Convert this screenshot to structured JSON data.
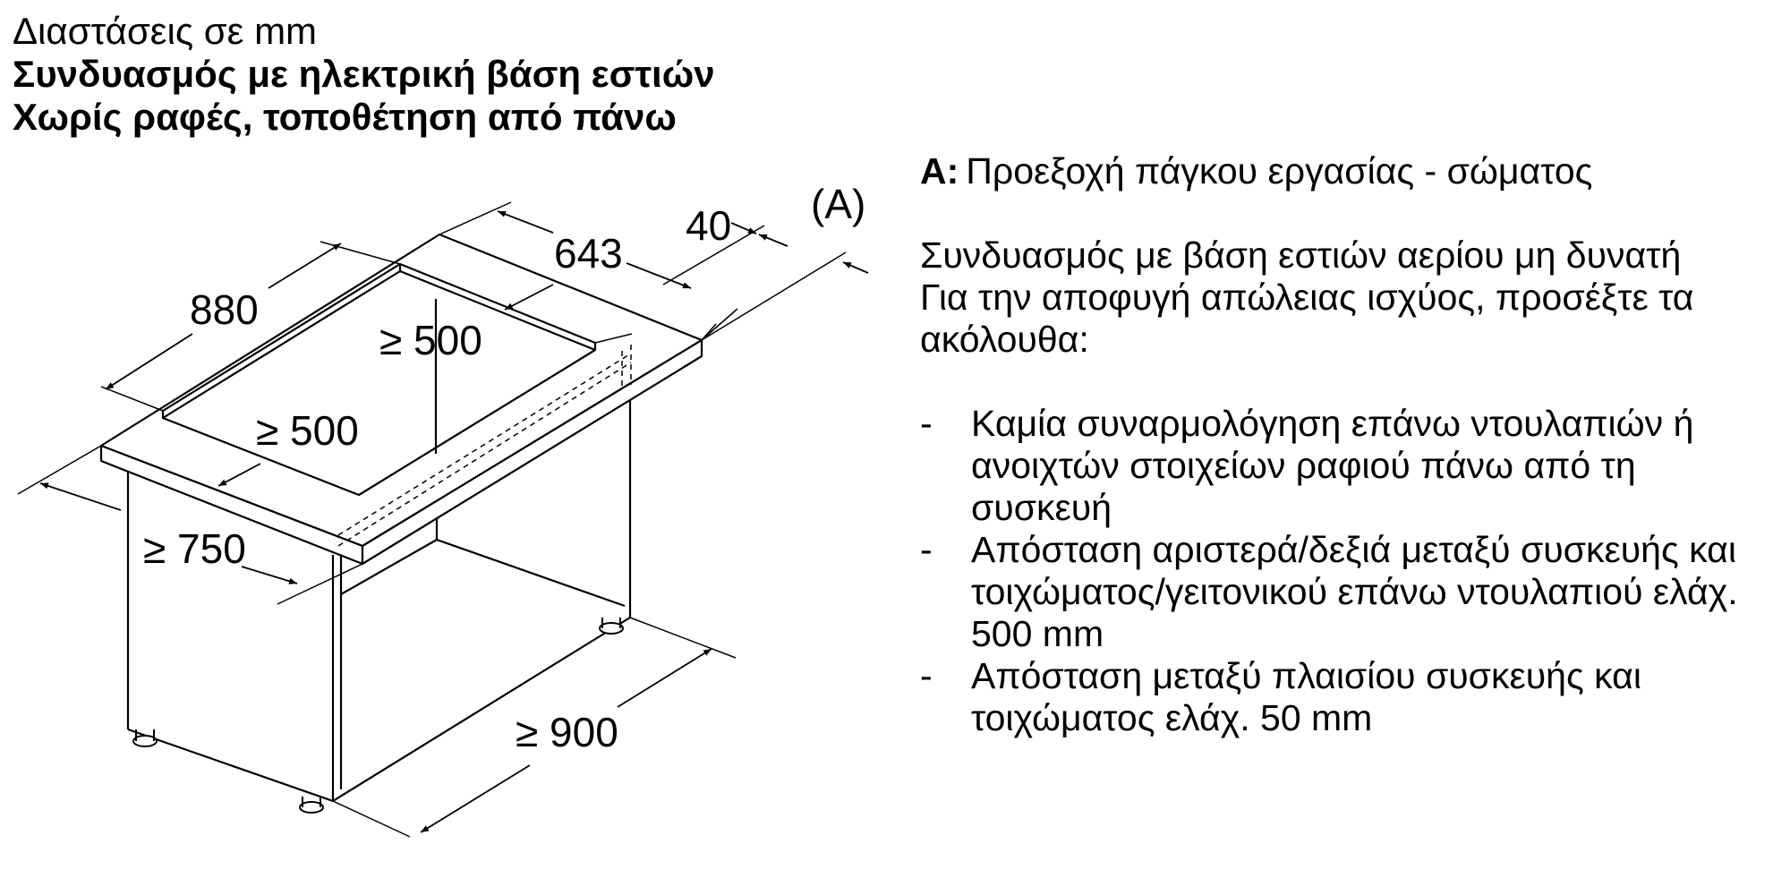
{
  "header": {
    "units": "Διαστάσεις σε mm",
    "title_line1": "Συνδυασμός με ηλεκτρική βάση εστιών",
    "title_line2": "Χωρίς ραφές, τοποθέτηση από πάνω"
  },
  "diagram": {
    "dim_depth": "880",
    "dim_width": "643",
    "dim_overhang": "40",
    "label_a": "(A)",
    "dim_min_back": "≥ 500",
    "dim_min_front": "≥ 500",
    "dim_min_height": "≥ 750",
    "dim_min_width": "≥ 900"
  },
  "notes": {
    "a_key": "A:",
    "a_text": "Προεξοχή πάγκου εργασίας - σώματος",
    "gas_text": "Συνδυασμός με βάση εστιών αερίου μη δυνατή",
    "intro_text": "Για την αποφυγή απώλειας ισχύος, προσέξτε τα ακόλουθα:",
    "bullets": [
      {
        "dash": "-",
        "text": "Καμία συναρμολόγηση επάνω ντουλαπιών ή ανοιχτών στοιχείων ραφιού πάνω από τη συσκευή"
      },
      {
        "dash": "-",
        "text": "Απόσταση αριστερά/δεξιά μεταξύ συσκευής και τοιχώματος/γειτονικού επάνω ντουλαπιού ελάχ. 500 mm"
      },
      {
        "dash": "-",
        "text": "Απόσταση μεταξύ πλαισίου συσκευής και τοιχώματος ελάχ. 50 mm"
      }
    ]
  }
}
